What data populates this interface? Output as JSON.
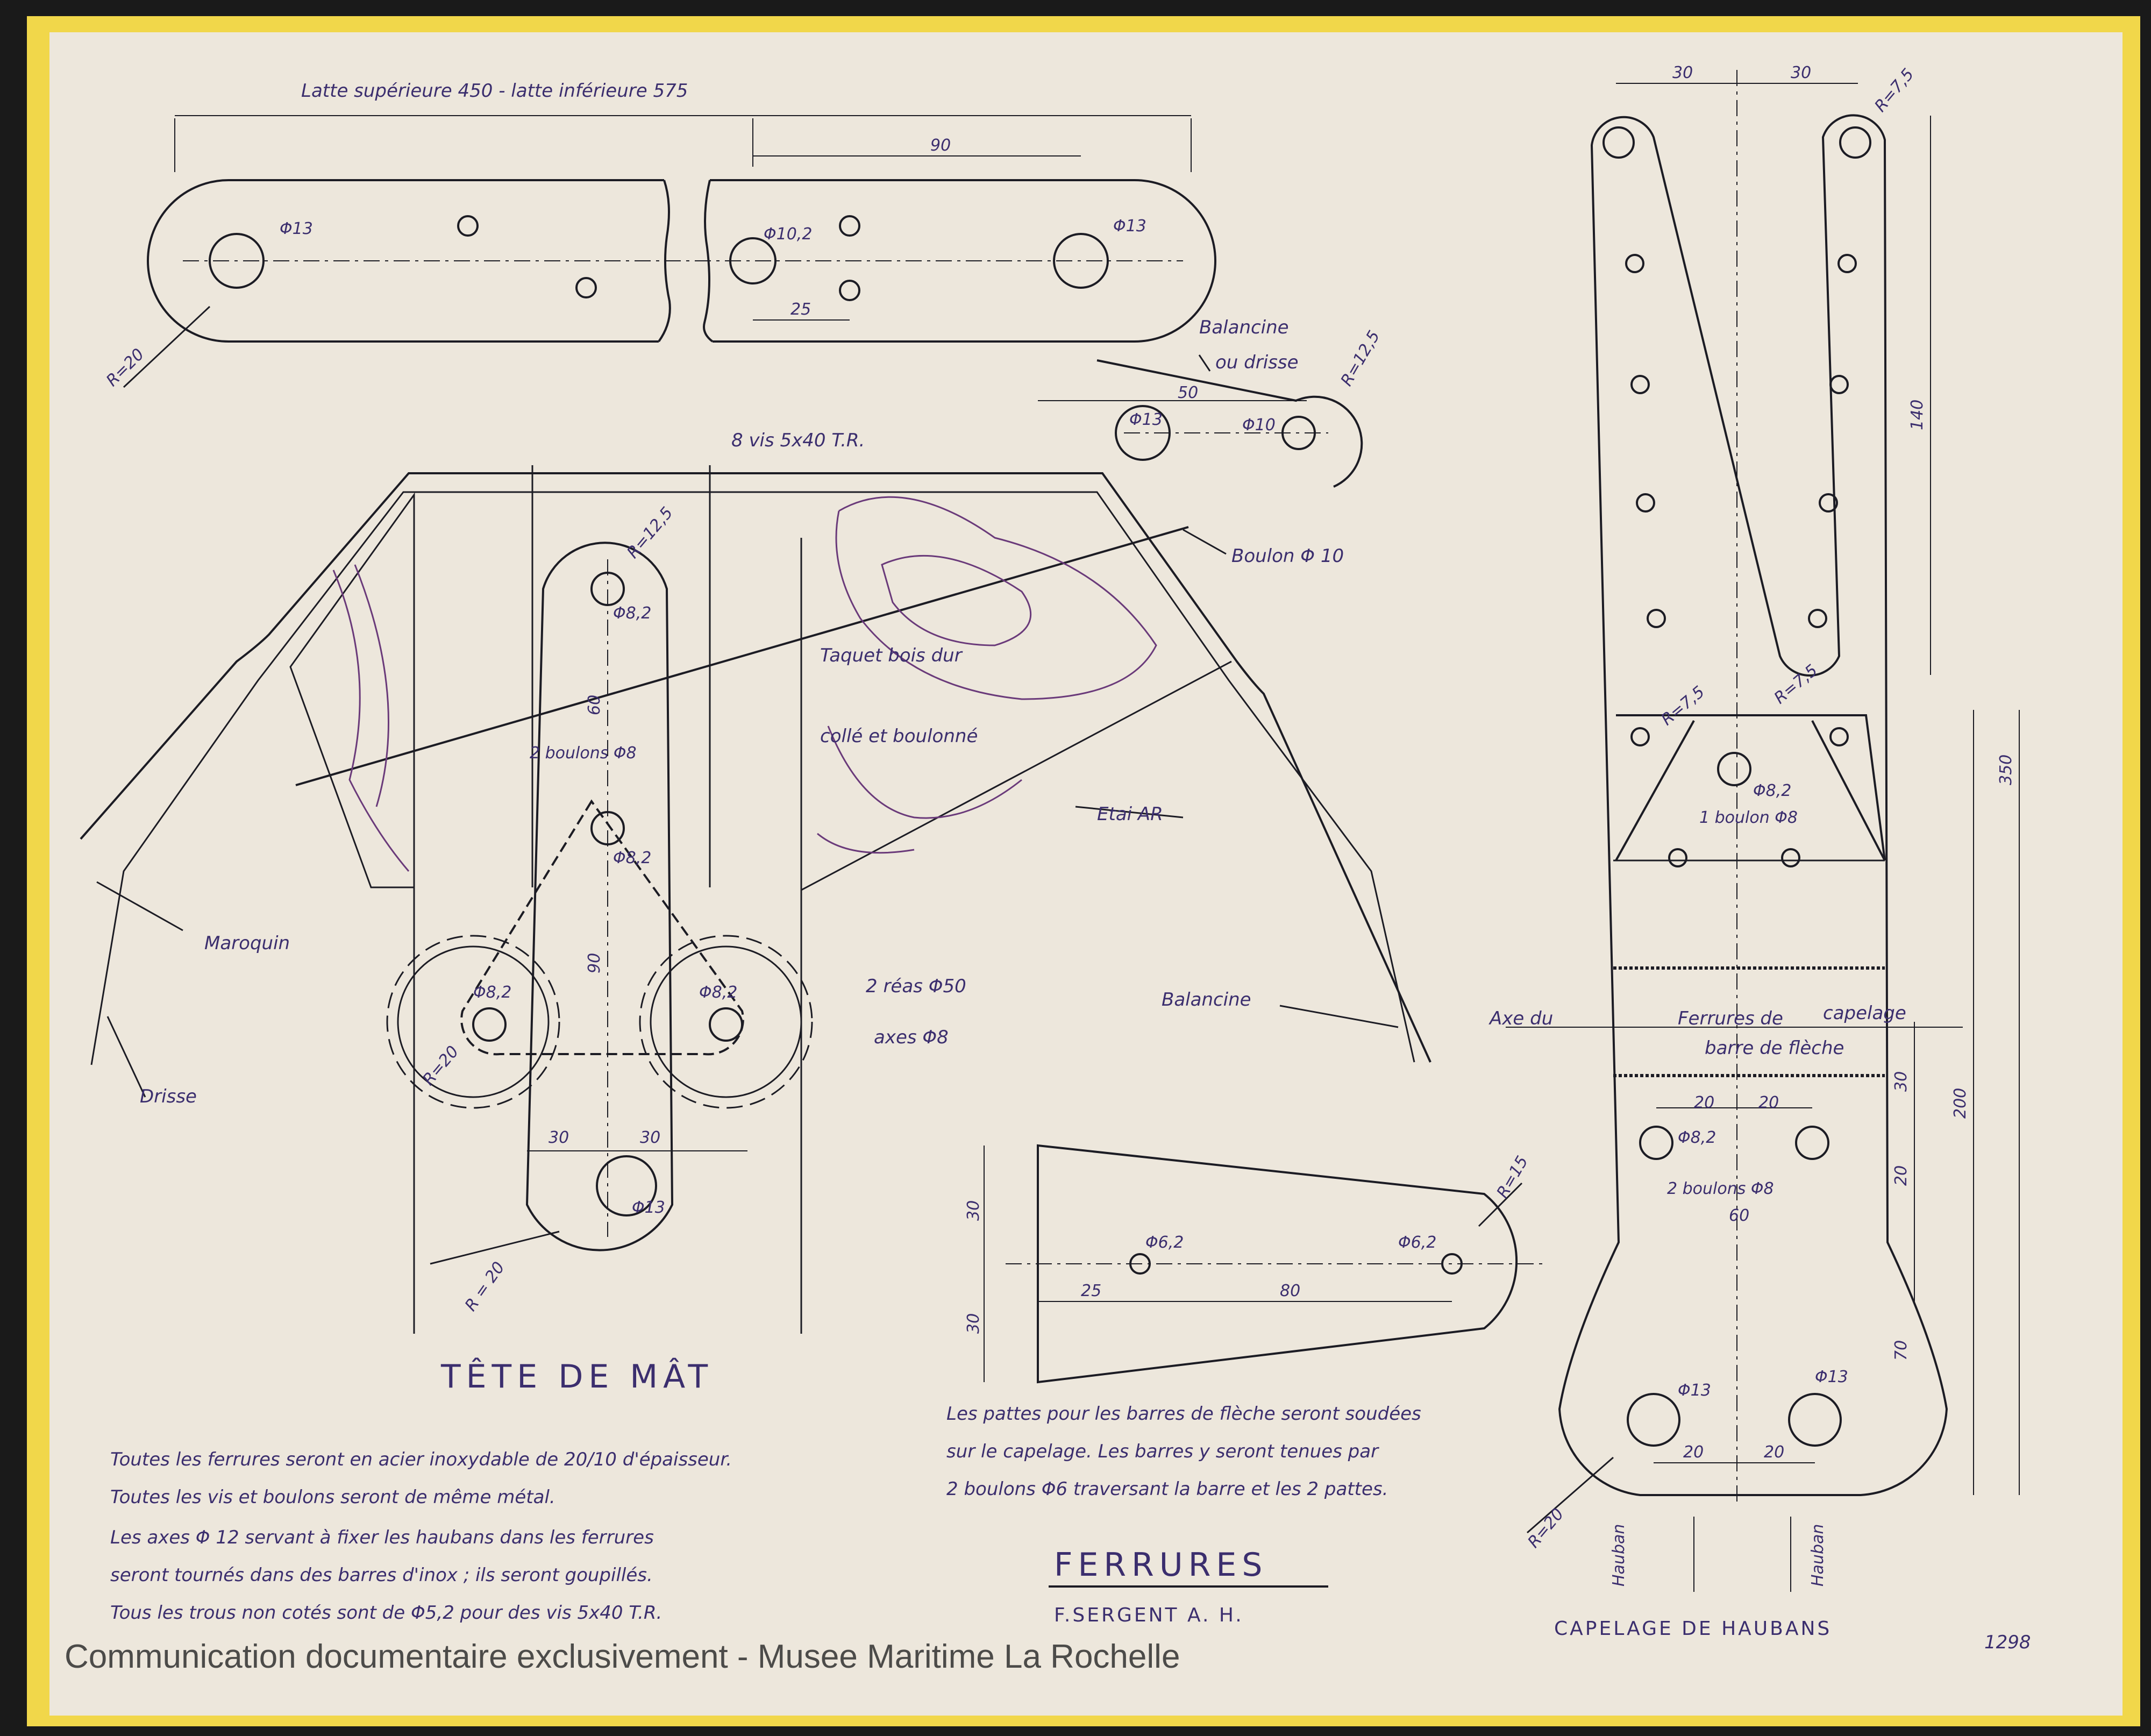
{
  "colors": {
    "paper": "#ede7dc",
    "border": "#f1d74a",
    "ink": "#1c1c24",
    "pencil": "#6a3a7a"
  },
  "header": {
    "top_note": "Latte supérieure 450  -  latte inférieure 575"
  },
  "latte": {
    "dims": [
      "Φ13",
      "Φ10,2",
      "Φ13",
      "90",
      "25",
      "R=20"
    ]
  },
  "balancine": {
    "labels": [
      "Balancine",
      "ou drisse",
      "R=12,5",
      "50",
      "Φ13",
      "Φ10"
    ]
  },
  "tete": {
    "title": "TÊTE DE MÂT",
    "vis": "8 vis 5x40 T.R.",
    "boulon": "Boulon Φ 10",
    "taquet1": "Taquet bois dur",
    "taquet2": "collé et boulonné",
    "etai": "Etai AR",
    "balancine": "Balancine",
    "maroquin": "Maroquin",
    "drisse": "Drisse",
    "reas1": "2 réas Φ50",
    "reas2": "axes Φ8",
    "dims": [
      "R=12,5",
      "Φ8,2",
      "60",
      "2 boulons Φ8",
      "Φ8,2",
      "Φ8,2",
      "Φ8,2",
      "90",
      "R=20",
      "30",
      "30",
      "Φ13",
      "R = 20"
    ]
  },
  "patte": {
    "dims": [
      "30",
      "30",
      "Φ6,2",
      "Φ6,2",
      "25",
      "80",
      "R=15"
    ],
    "note1": "Les pattes pour les barres de flèche seront soudées",
    "note2": "sur le capelage. Les barres y seront tenues par",
    "note3": "2 boulons Φ6 traversant la barre et les 2 pattes."
  },
  "capelage": {
    "title": "CAPELAGE DE HAUBANS",
    "dims": [
      "30",
      "30",
      "R=7,5",
      "140",
      "R=7,5",
      "R=7,5",
      "350",
      "Φ8,2",
      "1 boulon Φ8",
      "Axe du",
      "Ferrures de",
      "barre de flèche",
      "capelage",
      "30",
      "200",
      "20",
      "20",
      "Φ8,2",
      "2 boulons Φ8",
      "20",
      "60",
      "70",
      "Φ13",
      "Φ13",
      "20",
      "20",
      "R=20",
      "Hauban",
      "Hauban"
    ]
  },
  "notes": [
    "Toutes les ferrures seront en acier inoxydable de 20/10 d'épaisseur.",
    "Toutes les vis et boulons seront de même métal.",
    "Les axes Φ 12 servant à fixer les haubans dans les ferrures",
    "seront tournés dans des barres d'inox ; ils seront goupillés.",
    "Tous les trous non cotés sont de Φ5,2 pour des vis 5x40 T.R."
  ],
  "title_block": {
    "title": "FERRURES",
    "author": "F.SERGENT  A. H.",
    "number": "1298"
  },
  "watermark": "Communication documentaire exclusivement - Musee Maritime La Rochelle"
}
